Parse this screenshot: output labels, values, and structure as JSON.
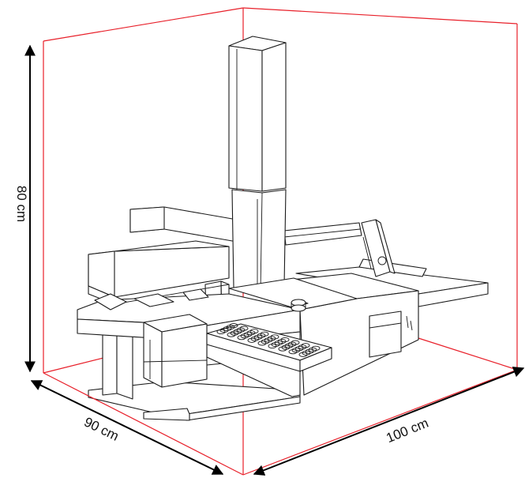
{
  "dimensions": {
    "height_label": "80 cm",
    "depth_label": "90 cm",
    "width_label": "100 cm"
  },
  "colors": {
    "bounding_box": "#e8202a",
    "drawing": "#1a1a1a",
    "dimension_arrows": "#000000"
  }
}
